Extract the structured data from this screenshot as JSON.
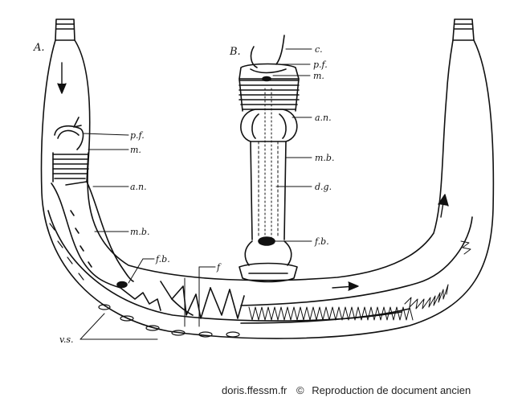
{
  "figure": {
    "panel_labels": {
      "a": "A.",
      "b": "B."
    },
    "labels_a": {
      "pf": "p.f.",
      "m": "m.",
      "an": "a.n.",
      "mb": "m.b.",
      "fb": "f.b.",
      "f": "f",
      "vs": "v.s."
    },
    "labels_b": {
      "c": "c.",
      "pf": "p.f.",
      "m": "m.",
      "an": "a.n.",
      "mb": "m.b.",
      "dg": "d.g.",
      "fb": "f.b."
    }
  },
  "footer": {
    "site": "doris.ffessm.fr",
    "copyright_symbol": "©",
    "note": "Reproduction de document ancien"
  }
}
